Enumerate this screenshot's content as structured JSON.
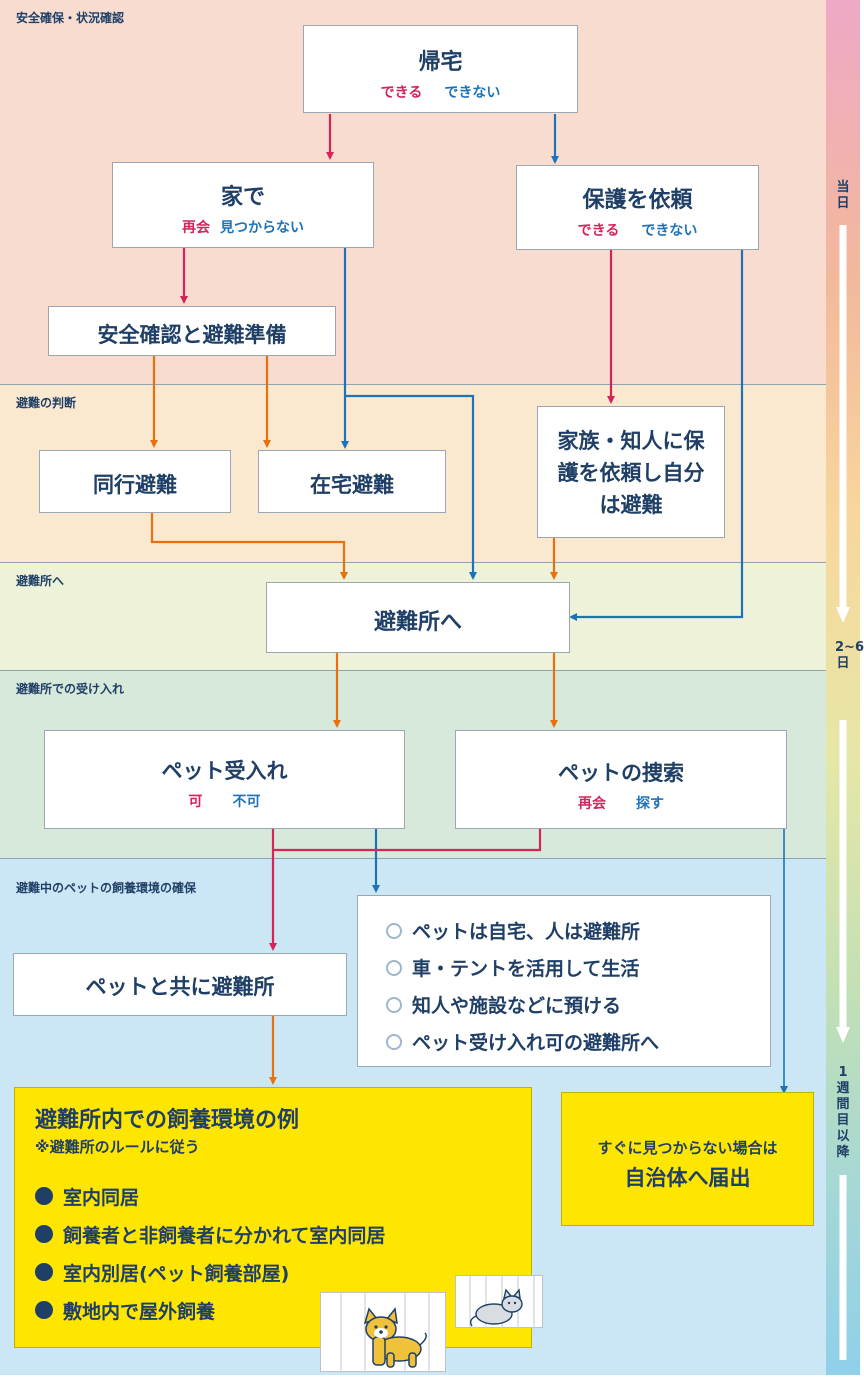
{
  "bands": [
    {
      "label": "安全確保・状況確認",
      "color": "#f8dcd0"
    },
    {
      "label": "避難の判断",
      "color": "#fae9cf"
    },
    {
      "label": "避難所へ",
      "color": "#edf2d8"
    },
    {
      "label": "避難所での受け入れ",
      "color": "#d6e9db"
    },
    {
      "label": "避難中のペットの飼養環境の確保",
      "color": "#cbe6f5"
    }
  ],
  "timeline": {
    "day0": "当日",
    "day2_6": "2~6日",
    "week1": "1週間目以降"
  },
  "nodes": {
    "return_home": {
      "title": "帰宅",
      "yes": "できる",
      "no": "できない"
    },
    "at_home": {
      "title": "家で",
      "yes": "再会",
      "no": "見つからない"
    },
    "request_protection": {
      "title": "保護を依頼",
      "yes": "できる",
      "no": "できない"
    },
    "safety_prep": {
      "title": "安全確認と避難準備"
    },
    "accompany": {
      "title": "同行避難"
    },
    "stay_home": {
      "title": "在宅避難"
    },
    "family": {
      "title": "家族・知人に保護を依頼し自分は避難"
    },
    "to_shelter": {
      "title": "避難所へ"
    },
    "pet_accept": {
      "title": "ペット受入れ",
      "yes": "可",
      "no": "不可"
    },
    "pet_search": {
      "title": "ペットの捜索",
      "yes": "再会",
      "no": "探す"
    },
    "with_pet": {
      "title": "ペットと共に避難所"
    },
    "options": [
      "ペットは自宅、人は避難所",
      "車・テントを活用して生活",
      "知人や施設などに預ける",
      "ペット受け入れ可の避難所へ"
    ],
    "examples": {
      "title": "避難所内での飼養環境の例",
      "note": "※避難所のルールに従う",
      "items": [
        "室内同居",
        "飼養者と非飼養者に分かれて室内同居",
        "室内別居(ペット飼養部屋)",
        "敷地内で屋外飼養"
      ]
    },
    "report": {
      "line1": "すぐに見つからない場合は",
      "line2": "自治体へ届出"
    }
  },
  "colors": {
    "red": "#d6245a",
    "blue": "#1d72b8",
    "orange": "#e8700f",
    "navy": "#1f3f66",
    "yellow": "#ffe600"
  }
}
